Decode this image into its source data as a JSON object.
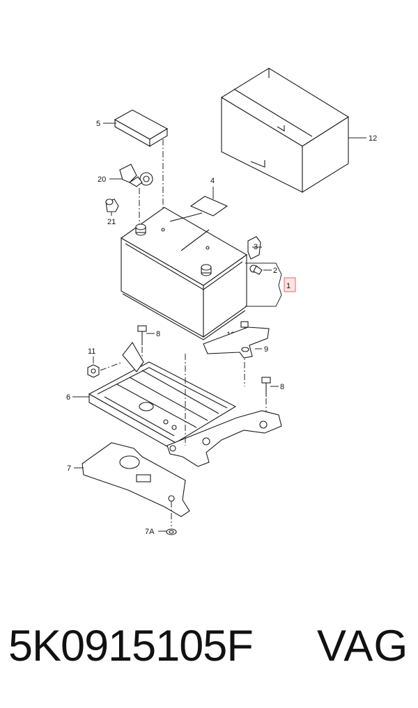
{
  "callouts": {
    "c1": "1",
    "c2": "2",
    "c3": "3",
    "c4": "4",
    "c5": "5",
    "c6": "6",
    "c7": "7",
    "c7a": "7A",
    "c8a": "8",
    "c8b": "8",
    "c9": "9",
    "c10": "10",
    "c11": "11",
    "c12": "12",
    "c20": "20",
    "c21": "21"
  },
  "caption": {
    "part_number": "5K0915105F",
    "brand": "VAG"
  },
  "colors": {
    "highlight_fill": "#fde3e3",
    "highlight_stroke": "#e06a6a",
    "line": "#1a1a1a"
  }
}
